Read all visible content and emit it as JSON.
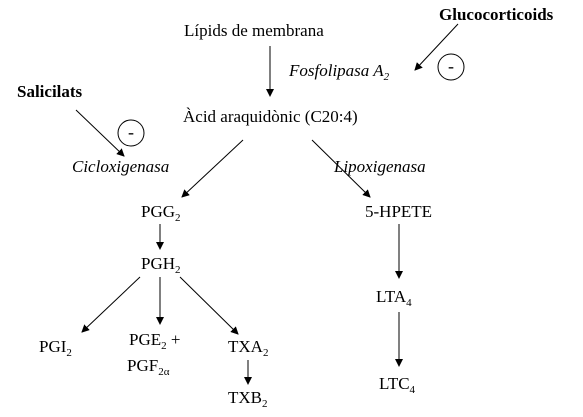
{
  "nodes": {
    "lipids": "Lípids de membrana",
    "arachidonic": "Àcid araquidònic (C20:4)",
    "pgg": {
      "base": "PGG",
      "sub": "2"
    },
    "pgh": {
      "base": "PGH",
      "sub": "2"
    },
    "pgi": {
      "base": "PGI",
      "sub": "2"
    },
    "pge": {
      "base": "PGE",
      "sub": "2",
      "suffix": " +"
    },
    "pgf": {
      "base": "PGF",
      "sub": "2α"
    },
    "txa": {
      "base": "TXA",
      "sub": "2"
    },
    "txb": {
      "base": "TXB",
      "sub": "2"
    },
    "hpete": "5-HPETE",
    "lta": {
      "base": "LTA",
      "sub": "4"
    },
    "ltc": {
      "base": "LTC",
      "sub": "4"
    }
  },
  "enzymes": {
    "phospholipase": {
      "base": "Fosfolipasa A",
      "sub": "2"
    },
    "cyclooxygenase": "Cicloxigenasa",
    "lipoxygenase": "Lipoxigenasa"
  },
  "inhibitors": {
    "glucocorticoids": "Glucocorticoids",
    "salicylates": "Salicilats",
    "inhibition_symbol": "-"
  }
}
